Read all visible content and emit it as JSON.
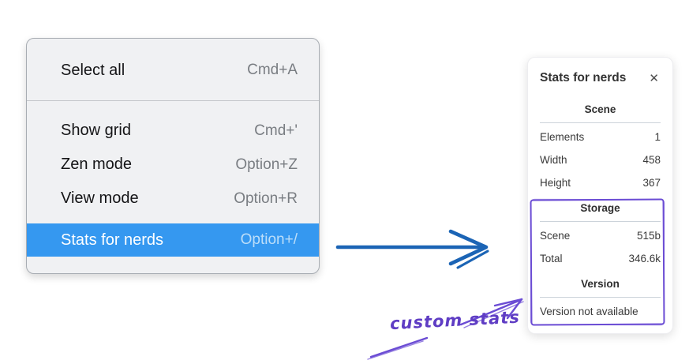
{
  "context_menu": {
    "items": [
      {
        "label": "Select all",
        "shortcut": "Cmd+A",
        "selected": false
      },
      {
        "label": "Show grid",
        "shortcut": "Cmd+'",
        "selected": false
      },
      {
        "label": "Zen mode",
        "shortcut": "Option+Z",
        "selected": false
      },
      {
        "label": "View mode",
        "shortcut": "Option+R",
        "selected": false
      },
      {
        "label": "Stats for nerds",
        "shortcut": "Option+/",
        "selected": true
      }
    ]
  },
  "stats_panel": {
    "title": "Stats for nerds",
    "close_icon": "✕",
    "scene_section": {
      "heading": "Scene",
      "rows": [
        {
          "label": "Elements",
          "value": "1"
        },
        {
          "label": "Width",
          "value": "458"
        },
        {
          "label": "Height",
          "value": "367"
        }
      ]
    },
    "storage_section": {
      "heading": "Storage",
      "rows": [
        {
          "label": "Scene",
          "value": "515b"
        },
        {
          "label": "Total",
          "value": "346.6k"
        }
      ]
    },
    "version_section": {
      "heading": "Version",
      "note": "Version not available"
    }
  },
  "annotation": {
    "label": "custom stats"
  },
  "colors": {
    "menu_highlight": "#3598f0",
    "flow_arrow_blue": "#1b64b5",
    "annotation_purple": "#6b4cd4",
    "annotation_text_purple": "#5f3dc4",
    "menu_background": "#f0f1f3",
    "panel_background": "#ffffff"
  }
}
